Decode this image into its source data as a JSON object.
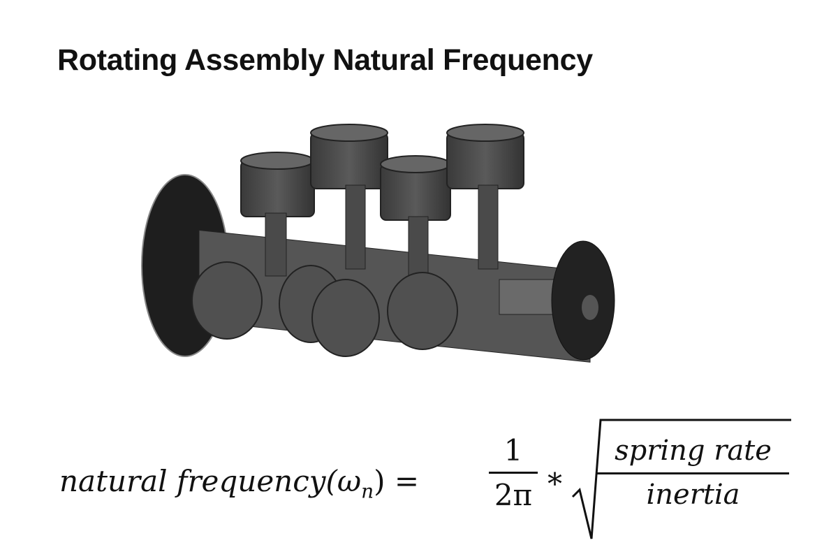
{
  "slide": {
    "title": "Rotating Assembly Natural Frequency",
    "image": {
      "subject": "crankshaft-piston-assembly"
    },
    "formula": {
      "lhs": "natural frequency(ω",
      "lhs_sub": "n",
      "lhs_close": ") =",
      "frac_num": "1",
      "frac_den": "2π",
      "operator": "*",
      "sqrt_num": "spring rate",
      "sqrt_den": "inertia"
    }
  }
}
